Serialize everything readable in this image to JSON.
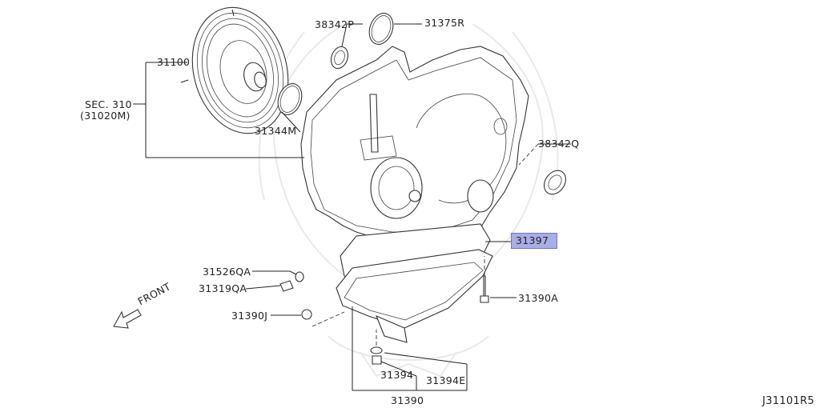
{
  "diagram": {
    "doc_id": "J31101R5",
    "front_label": "FRONT",
    "highlight_color": "#a8aee6",
    "labels": {
      "p31100": "31100",
      "sec_line1": "SEC. 310",
      "sec_line2": "(31020M)",
      "p38342p": "38342P",
      "p31375r": "31375R",
      "p31344m": "31344M",
      "p38342q": "38342Q",
      "p31397": "31397",
      "p31526qa": "31526QA",
      "p31319qa": "31319QA",
      "p31390j": "31390J",
      "p31390a": "31390A",
      "p31394": "31394",
      "p31394e": "31394E",
      "p31390": "31390"
    }
  }
}
